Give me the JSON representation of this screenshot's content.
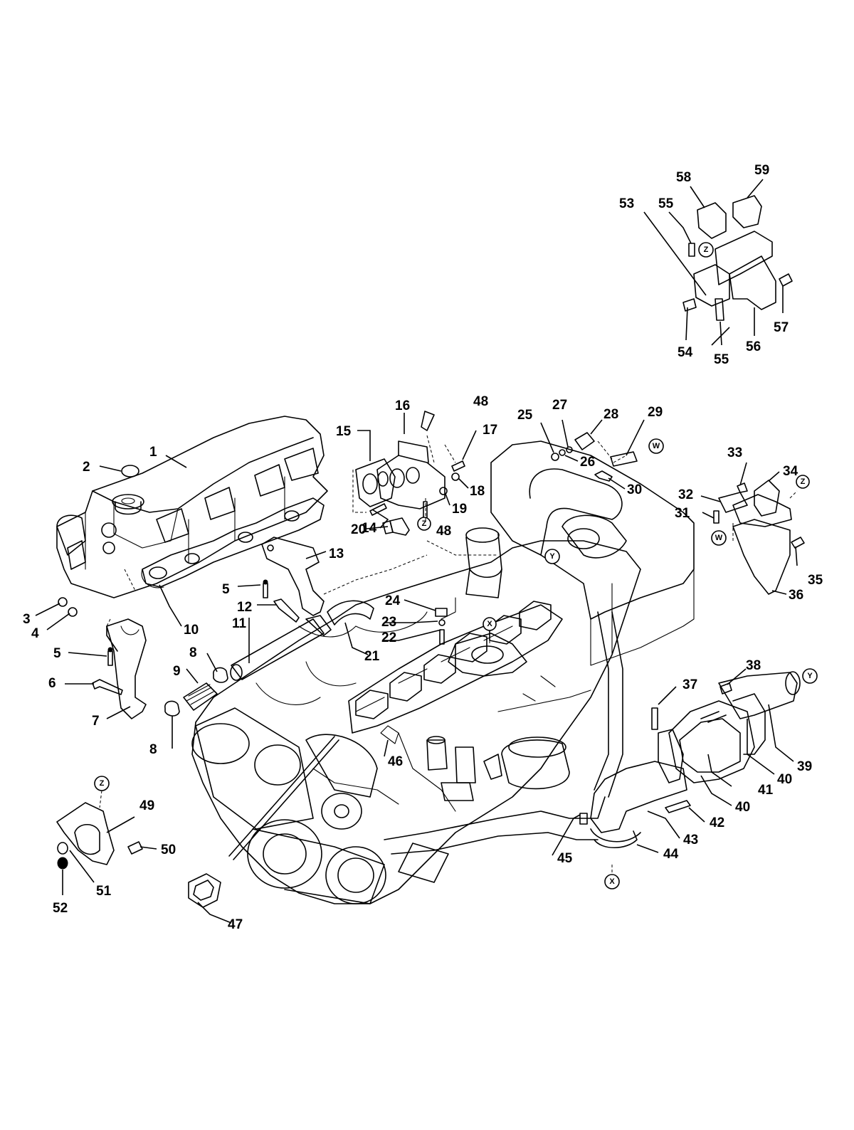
{
  "callouts": [
    "1",
    "2",
    "3",
    "4",
    "5",
    "5",
    "6",
    "7",
    "8",
    "8",
    "9",
    "10",
    "11",
    "12",
    "13",
    "14",
    "15",
    "16",
    "17",
    "18",
    "19",
    "20",
    "21",
    "22",
    "23",
    "24",
    "25",
    "26",
    "27",
    "28",
    "29",
    "30",
    "31",
    "32",
    "33",
    "34",
    "35",
    "36",
    "37",
    "38",
    "39",
    "40",
    "40",
    "41",
    "42",
    "43",
    "44",
    "45",
    "46",
    "47",
    "48",
    "48",
    "49",
    "50",
    "51",
    "52",
    "53",
    "54",
    "55",
    "55",
    "56",
    "57",
    "58",
    "59"
  ],
  "refs": [
    "Z",
    "Z",
    "Z",
    "Z",
    "W",
    "W",
    "Y",
    "Y",
    "X",
    "X"
  ]
}
